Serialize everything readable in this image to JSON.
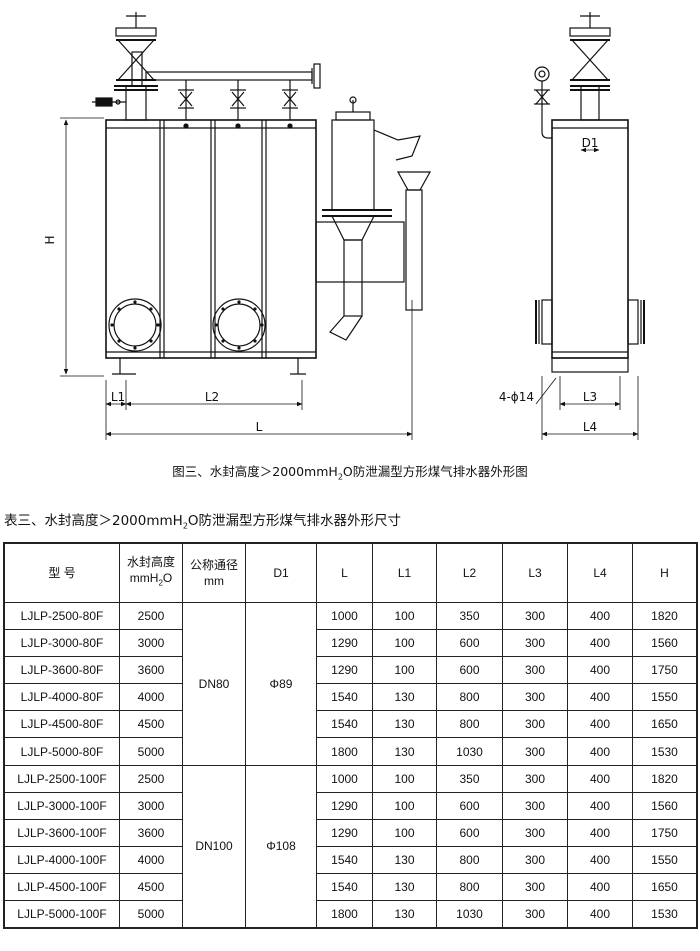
{
  "figure": {
    "caption_prefix": "图三、水封高度＞2000mmH",
    "caption_sub": "2",
    "caption_suffix": "O防泄漏型方形煤气排水器外形图",
    "dim_labels": {
      "H": "H",
      "L1": "L1",
      "L2": "L2",
      "L": "L",
      "D1": "D1",
      "holes": "4-ϕ14",
      "L3": "L3",
      "L4": "L4"
    }
  },
  "table": {
    "title_prefix": "表三、水封高度＞2000mmH",
    "title_sub": "2",
    "title_suffix": "O防泄漏型方形煤气排水器外形尺寸",
    "headers": {
      "model": "型  号",
      "seal_line1": "水封高度",
      "seal_line2_prefix": "mmH",
      "seal_line2_sub": "2",
      "seal_line2_suffix": "O",
      "dn_line1": "公称通径",
      "dn_line2": "mm",
      "d1": "D1",
      "l": "L",
      "l1": "L1",
      "l2": "L2",
      "l3": "L3",
      "l4": "L4",
      "h": "H"
    },
    "groups": [
      {
        "dn": "DN80",
        "d1": "Φ89",
        "rows": [
          {
            "model": "LJLP-2500-80F",
            "seal": "2500",
            "l": "1000",
            "l1": "100",
            "l2": "350",
            "l3": "300",
            "l4": "400",
            "h": "1820"
          },
          {
            "model": "LJLP-3000-80F",
            "seal": "3000",
            "l": "1290",
            "l1": "100",
            "l2": "600",
            "l3": "300",
            "l4": "400",
            "h": "1560"
          },
          {
            "model": "LJLP-3600-80F",
            "seal": "3600",
            "l": "1290",
            "l1": "100",
            "l2": "600",
            "l3": "300",
            "l4": "400",
            "h": "1750"
          },
          {
            "model": "LJLP-4000-80F",
            "seal": "4000",
            "l": "1540",
            "l1": "130",
            "l2": "800",
            "l3": "300",
            "l4": "400",
            "h": "1550"
          },
          {
            "model": "LJLP-4500-80F",
            "seal": "4500",
            "l": "1540",
            "l1": "130",
            "l2": "800",
            "l3": "300",
            "l4": "400",
            "h": "1650"
          },
          {
            "model": "LJLP-5000-80F",
            "seal": "5000",
            "l": "1800",
            "l1": "130",
            "l2": "1030",
            "l3": "300",
            "l4": "400",
            "h": "1530"
          }
        ]
      },
      {
        "dn": "DN100",
        "d1": "Φ108",
        "rows": [
          {
            "model": "LJLP-2500-100F",
            "seal": "2500",
            "l": "1000",
            "l1": "100",
            "l2": "350",
            "l3": "300",
            "l4": "400",
            "h": "1820"
          },
          {
            "model": "LJLP-3000-100F",
            "seal": "3000",
            "l": "1290",
            "l1": "100",
            "l2": "600",
            "l3": "300",
            "l4": "400",
            "h": "1560"
          },
          {
            "model": "LJLP-3600-100F",
            "seal": "3600",
            "l": "1290",
            "l1": "100",
            "l2": "600",
            "l3": "300",
            "l4": "400",
            "h": "1750"
          },
          {
            "model": "LJLP-4000-100F",
            "seal": "4000",
            "l": "1540",
            "l1": "130",
            "l2": "800",
            "l3": "300",
            "l4": "400",
            "h": "1550"
          },
          {
            "model": "LJLP-4500-100F",
            "seal": "4500",
            "l": "1540",
            "l1": "130",
            "l2": "800",
            "l3": "300",
            "l4": "400",
            "h": "1650"
          },
          {
            "model": "LJLP-5000-100F",
            "seal": "5000",
            "l": "1800",
            "l1": "130",
            "l2": "1030",
            "l3": "300",
            "l4": "400",
            "h": "1530"
          }
        ]
      }
    ]
  }
}
